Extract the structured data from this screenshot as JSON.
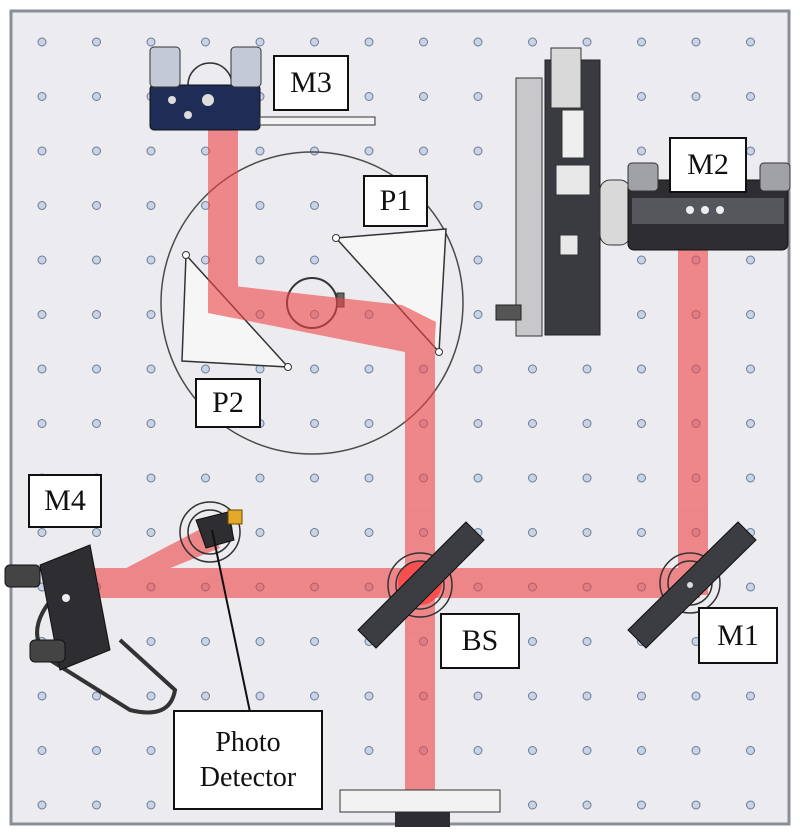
{
  "diagram": {
    "colors": {
      "board": "#ececf0",
      "board_border": "#8a8e98",
      "hole_fill": "#c9d3e6",
      "hole_stroke": "#6b7a94",
      "beam": "#ee4444",
      "beam_opacity": 0.6,
      "mount_dark": "#2e2e32",
      "mount_mid": "#55575d",
      "mount_navy": "#1f2c56"
    },
    "labels": {
      "m1": "M1",
      "m2": "M2",
      "m3": "M3",
      "m4": "M4",
      "p1": "P1",
      "p2": "P2",
      "bs": "BS",
      "photo_detector_line1": "Photo",
      "photo_detector_line2": "Detector"
    },
    "components": [
      {
        "id": "m1",
        "icon": "mirror-mount-icon"
      },
      {
        "id": "m2",
        "icon": "kinematic-mirror-mount-icon"
      },
      {
        "id": "m3",
        "icon": "kinematic-mirror-mount-icon"
      },
      {
        "id": "m4",
        "icon": "kinematic-mirror-mount-icon"
      },
      {
        "id": "bs",
        "icon": "beam-splitter-icon"
      },
      {
        "id": "p1",
        "icon": "prism-icon"
      },
      {
        "id": "p2",
        "icon": "prism-icon"
      },
      {
        "id": "photo-detector",
        "icon": "photodiode-icon"
      },
      {
        "id": "translation-stage",
        "icon": "micrometer-stage-icon"
      },
      {
        "id": "laser-source",
        "icon": "laser-icon"
      }
    ]
  }
}
